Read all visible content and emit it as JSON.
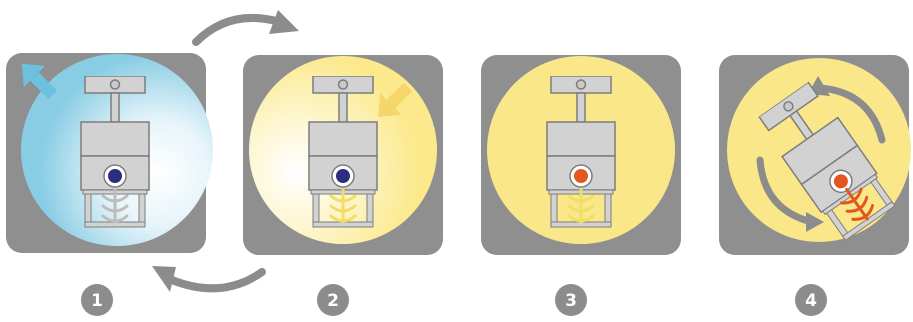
{
  "steps": [
    {
      "number": "1",
      "scene": "cooling",
      "arrow": "out"
    },
    {
      "number": "2",
      "scene": "heating",
      "arrow": "in"
    },
    {
      "number": "3",
      "scene": "pouring",
      "arrow": "none"
    },
    {
      "number": "4",
      "scene": "rotating",
      "arrow": "none"
    }
  ],
  "colors": {
    "panel": "#8f8f8f",
    "cold": "#89cde4",
    "warm": "#fbe98c",
    "hot": "#f9e78a",
    "arrow_cold": "#6cc0e0",
    "arrow_warm": "#f4d66a",
    "machine": "#d2d2d2",
    "outline": "#7d7d7d",
    "liquid_cold": "#2b2e7f",
    "liquid_hot": "#e4561f",
    "mold_warm": "#f1df63",
    "mold_hot": "#e4561f",
    "label_bg": "#8c8c8c",
    "flow_arrow": "#8c8c8c"
  },
  "icons": [
    "curved-arrow-icon",
    "step-badge-icon"
  ]
}
